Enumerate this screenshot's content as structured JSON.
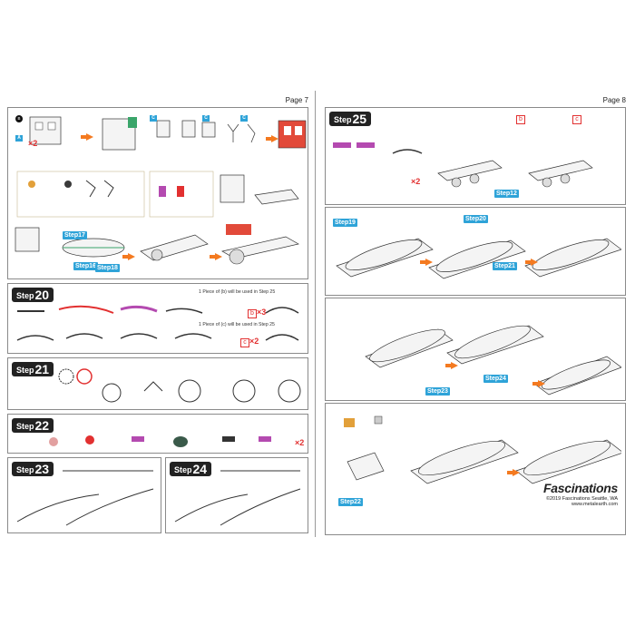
{
  "page7": {
    "label": "Page 7",
    "notes": {
      "b_note": "1 Piece of (b) will be used in Step 25",
      "c_note": "1 Piece of (c) will be used in Step 25"
    },
    "steps": [
      {
        "word": "Step",
        "num": "20"
      },
      {
        "word": "Step",
        "num": "21"
      },
      {
        "word": "Step",
        "num": "22"
      },
      {
        "word": "Step",
        "num": "23"
      },
      {
        "word": "Step",
        "num": "24"
      }
    ],
    "badges": [
      "Step17",
      "Step16",
      "Step18"
    ],
    "multipliers": {
      "x2": "×2",
      "x3": "×3"
    },
    "letters": {
      "b": "b",
      "c": "c"
    }
  },
  "page8": {
    "label": "Page 8",
    "steps": [
      {
        "word": "Step",
        "num": "25"
      }
    ],
    "badges": [
      "Step12",
      "Step19",
      "Step20",
      "Step21",
      "Step23",
      "Step24",
      "Step22"
    ],
    "multipliers": {
      "x2": "×2"
    },
    "letters": {
      "b": "b",
      "c": "c"
    }
  },
  "brand": {
    "name": "Fascinations",
    "copyright": "©2019 Fascinations Seattle, WA",
    "site": "www.metalearth.com"
  },
  "colors": {
    "arrow": "#f47a20",
    "badge": "#2ea3d8",
    "accent_red": "#e23030",
    "step_bg": "#222222"
  }
}
